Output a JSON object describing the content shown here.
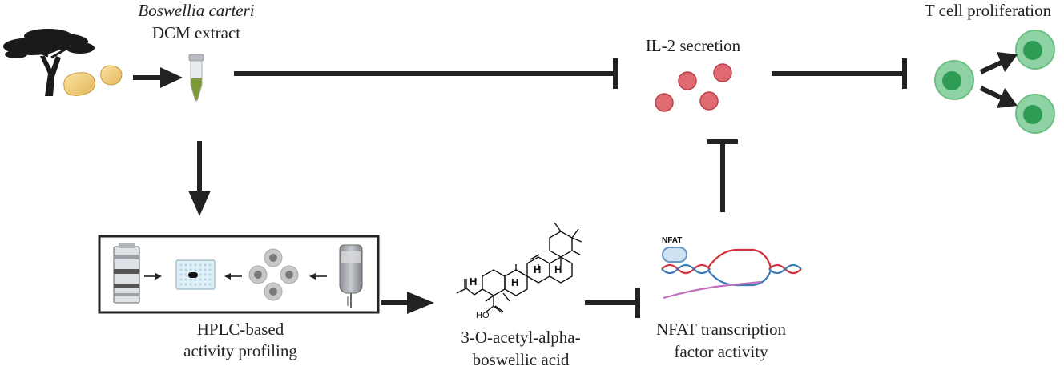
{
  "source": {
    "species": "Boswellia carteri",
    "extract": "DCM extract"
  },
  "readouts": {
    "il2": "IL-2 secretion",
    "tcell": "T cell proliferation"
  },
  "profiling": {
    "line1": "HPLC-based",
    "line2": "activity profiling"
  },
  "compound": {
    "line1": "3-O-acetyl-alpha-",
    "line2": "boswellic acid"
  },
  "nfat": {
    "line1": "NFAT transcription",
    "line2": "factor activity",
    "tag": "NFAT"
  },
  "molecule": {
    "h": "H",
    "ho": "HO"
  },
  "colors": {
    "arrow": "#222222",
    "il2_fill": "#e06a72",
    "il2_stroke": "#b8404a",
    "tcell_fill": "#8fd3a4",
    "tcell_nucleus": "#2e9c55",
    "dna_red": "#d0303a",
    "dna_blue": "#3a7ab8",
    "rna": "#c070c0"
  }
}
